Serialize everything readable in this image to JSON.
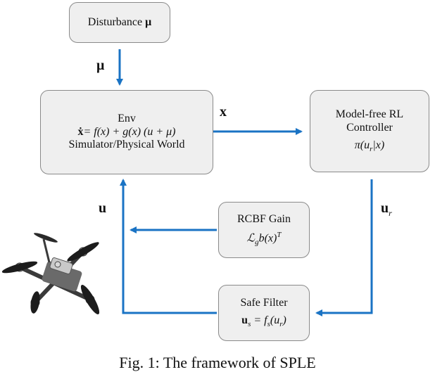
{
  "colors": {
    "arrow": "#1a73c4",
    "box_fill": "#efefef",
    "box_border": "#8a8a8a"
  },
  "boxes": {
    "disturbance": {
      "label": "Disturbance",
      "symbol": "μ"
    },
    "env": {
      "title": "Env",
      "eq_lhs": "ẋ",
      "eq_rhs": "= f(x) + g(x) (u + μ)",
      "subtitle": "Simulator/Physical World"
    },
    "rl": {
      "line1": "Model-free RL",
      "line2": "Controller",
      "policy": "π(u",
      "policy_sub": "r",
      "policy_end": "|x)"
    },
    "rcbf": {
      "line1": "RCBF Gain",
      "expr": "ℒ",
      "expr_sub": "g",
      "expr_mid": "b(x)",
      "expr_sup": "T"
    },
    "safe": {
      "line1": "Safe Filter",
      "lhs": "u",
      "lhs_sub": "s",
      "rhs": " = f",
      "rhs_sub": "s",
      "rhs_end": "(u",
      "rhs_end_sub": "r",
      "rhs_close": ")"
    }
  },
  "signals": {
    "mu": "μ",
    "x": "x",
    "u": "u",
    "ur": "u",
    "ur_sub": "r"
  },
  "caption": "Fig. 1: The framework of SPLE"
}
